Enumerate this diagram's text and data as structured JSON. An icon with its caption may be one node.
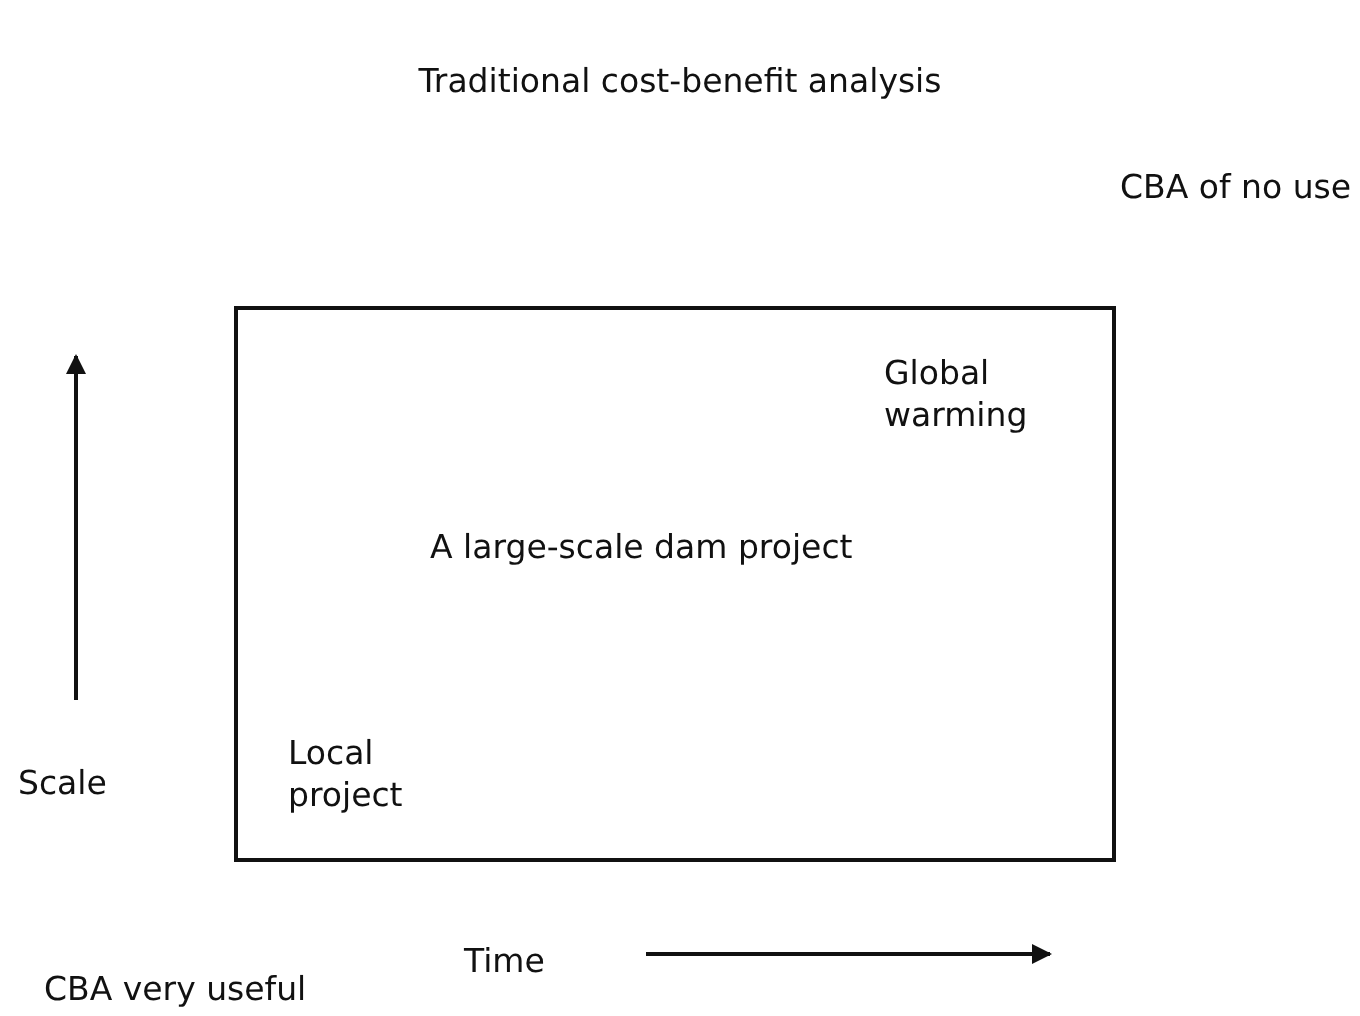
{
  "diagram": {
    "title": "Traditional cost-benefit analysis",
    "nodes": [
      {
        "text": [
          "Global warming",
          "A large-scale dam project",
          "Local project"
        ]
      }
    ],
    "labels": [
      "CBA of no use",
      "Scale",
      "Time",
      "CBA very useful"
    ]
  }
}
